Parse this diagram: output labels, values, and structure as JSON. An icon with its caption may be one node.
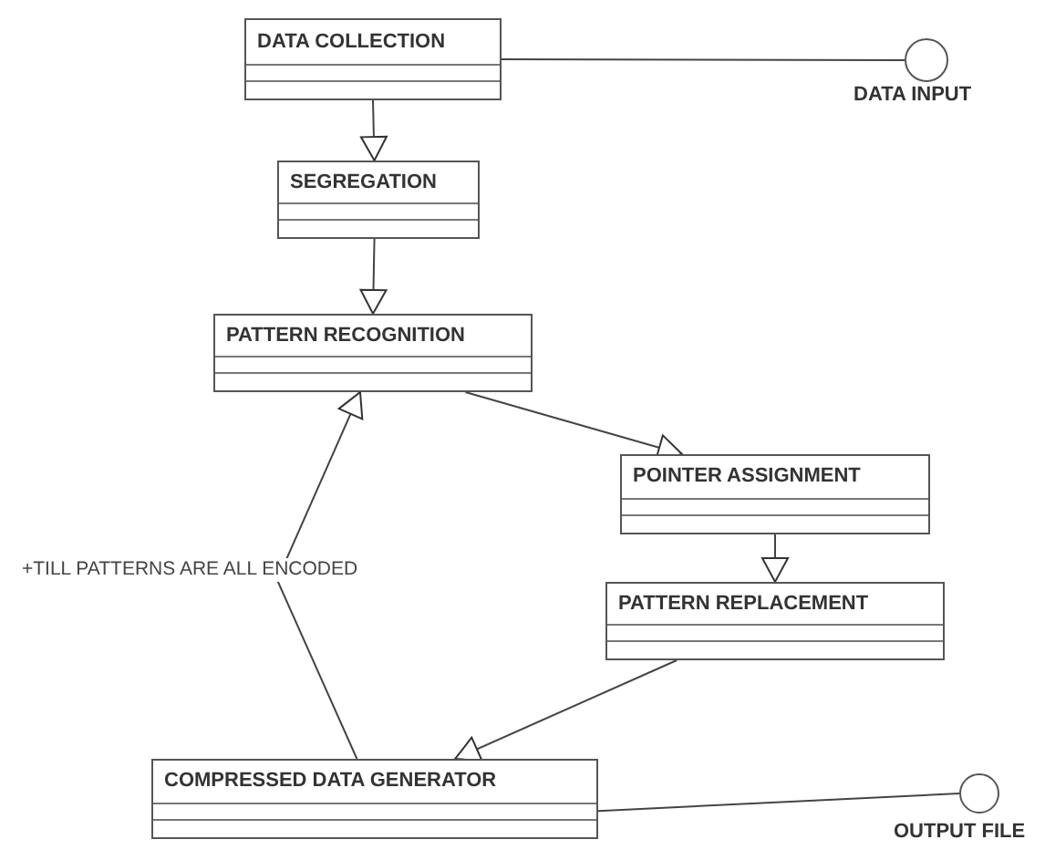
{
  "diagram": {
    "nodes": [
      {
        "text": [
          "DATA COLLECTION"
        ]
      },
      {
        "text": [],
        "shape": "circle",
        "beside": [
          "DATA INPUT"
        ]
      },
      {
        "text": [
          "SEGREGATION"
        ]
      },
      {
        "text": [
          "PATTERN RECOGNITION"
        ]
      },
      {
        "text": [
          "POINTER ASSIGNMENT"
        ]
      },
      {
        "text": [
          "PATTERN REPLACEMENT"
        ]
      },
      {
        "text": [
          "COMPRESSED DATA GENERATOR"
        ]
      },
      {
        "text": [],
        "shape": "circle",
        "beside": [
          "OUTPUT FILE"
        ]
      }
    ],
    "edges": [
      {
        "from": 0,
        "to": 1,
        "arrow": "none"
      },
      {
        "from": 0,
        "to": 2,
        "arrow": "to"
      },
      {
        "from": 2,
        "to": 3,
        "arrow": "to"
      },
      {
        "from": 3,
        "to": 4,
        "arrow": "to"
      },
      {
        "from": 4,
        "to": 5,
        "arrow": "to"
      },
      {
        "from": 5,
        "to": 6,
        "arrow": "to"
      },
      {
        "from": 6,
        "to": 3,
        "arrow": "to",
        "label": "+TILL PATTERNS ARE ALL ENCODED"
      },
      {
        "from": 6,
        "to": 7,
        "arrow": "none"
      }
    ]
  }
}
